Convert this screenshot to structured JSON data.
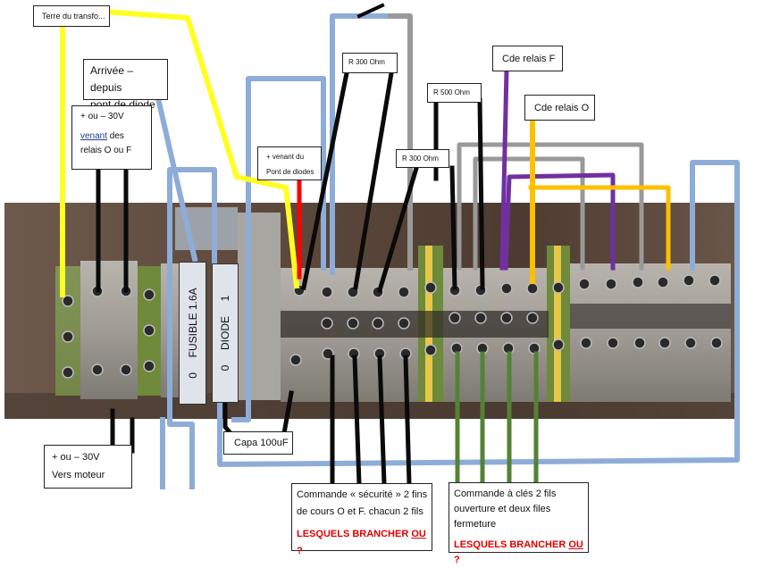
{
  "labels": {
    "terre": "Terre du transfo...",
    "arrivee_l1": "Arrivée – depuis",
    "arrivee_l2": "pont de diode",
    "relais_l1": "+ ou – 30V",
    "relais_l2a": "venant",
    "relais_l2b": " des",
    "relais_l3": "relais O ou F",
    "venant_l1": "+ venant du",
    "venant_l2": "Pont de diodes",
    "r300a": "R 300 Ohm",
    "r500": "R 500 Ohm",
    "r300b": "R 300 Ohm",
    "cde_f": "Cde relais F",
    "cde_o": "Cde relais O",
    "moteur_l1": "+ ou – 30V",
    "moteur_l2": "Vers moteur",
    "capa": "Capa 100uF",
    "secu_l1": "Commande « sécurité » 2 fins",
    "secu_l2": "de cours O et F. chacun 2 fils",
    "cles_l1": "Commande à clés 2 fils",
    "cles_l2": "ouverture et deux files",
    "cles_l3": "fermeture",
    "q_a": "LESQUELS BRANCHER ",
    "q_b": "OU",
    "q_c": " ?"
  },
  "modules": {
    "fusible": "0     FUSIBLE 1.6A",
    "diode": "0     DIODE     1"
  },
  "colors": {
    "yellow_wire": "#ffff22",
    "blue_wire": "#8eacd8",
    "grey_wire": "#999999",
    "black_wire": "#0a0a0a",
    "purple_wire": "#7030a0",
    "orange_wire": "#ffc000",
    "green_wire": "#548235",
    "red_wire": "#ff0000",
    "question_red": "#e00000"
  }
}
